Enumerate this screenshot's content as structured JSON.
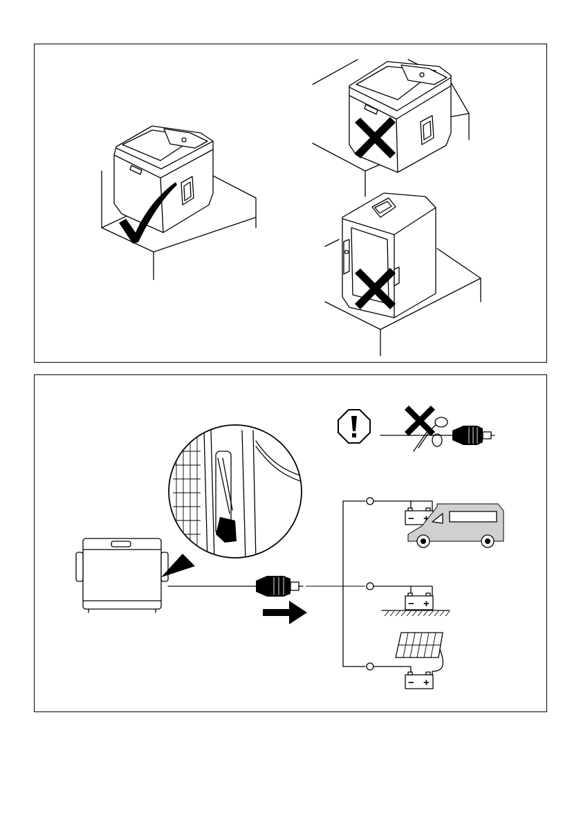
{
  "page": {
    "background": "#ffffff",
    "line_color": "#000000"
  },
  "panels": {
    "placement": {
      "figures": [
        {
          "name": "cooler-upright-on-ledge",
          "verdict": "correct",
          "icon": "checkmark-icon"
        },
        {
          "name": "cooler-overhanging-ledge",
          "verdict": "incorrect",
          "icon": "cross-icon"
        },
        {
          "name": "cooler-on-its-side",
          "verdict": "incorrect",
          "icon": "cross-icon"
        }
      ]
    },
    "connection": {
      "warning": {
        "icon": "warning-octagon-icon",
        "forbidden_action": "cutting-plug-cable",
        "forbidden_icon": "cross-icon",
        "tool_icon": "scissors-icon"
      },
      "cooler_socket_detail": {
        "icon": "magnifier-detail-icon"
      },
      "plug": {
        "icon": "dc-plug-icon"
      },
      "direction": {
        "icon": "arrow-right-icon"
      },
      "sources": [
        {
          "name": "vehicle-battery",
          "icon": "van-icon",
          "minus": "−",
          "plus": "+"
        },
        {
          "name": "stationary-battery",
          "icon": "ground-icon",
          "minus": "−",
          "plus": "+"
        },
        {
          "name": "solar-battery",
          "icon": "solar-panel-icon",
          "minus": "−",
          "plus": "+"
        }
      ]
    }
  }
}
